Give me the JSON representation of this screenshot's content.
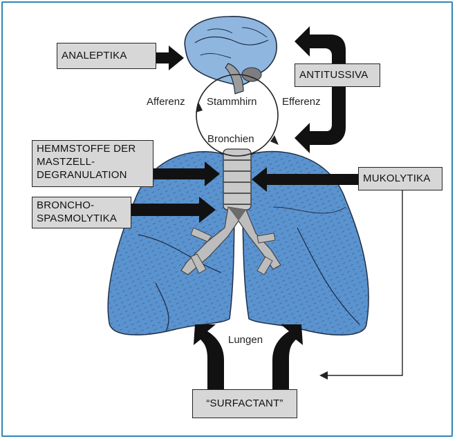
{
  "labels": {
    "analeptika": "ANALEPTIKA",
    "antitussiva": "ANTITUSSIVA",
    "hemmstoffe_line1": "HEMMSTOFFE DER",
    "hemmstoffe_line2": "MASTZELL-",
    "hemmstoffe_line3": "DEGRANULATION",
    "broncho_line1": "BRONCHO-",
    "broncho_line2": "SPASMOLYTIKA",
    "mukolytika": "MUKOLYTIKA",
    "surfactant": "“SURFACTANT”",
    "afferenz": "Afferenz",
    "efferenz": "Efferenz",
    "stammhirn": "Stammhirn",
    "bronchien": "Bronchien",
    "lungen": "Lungen"
  },
  "colors": {
    "frame": "#2e86b5",
    "lung": "#5b93cf",
    "lung_dark": "#3d72ad",
    "brain": "#8fb6de",
    "box_fill": "#d7d7d7",
    "arrow": "#111111",
    "airway": "#c4c4c4"
  }
}
